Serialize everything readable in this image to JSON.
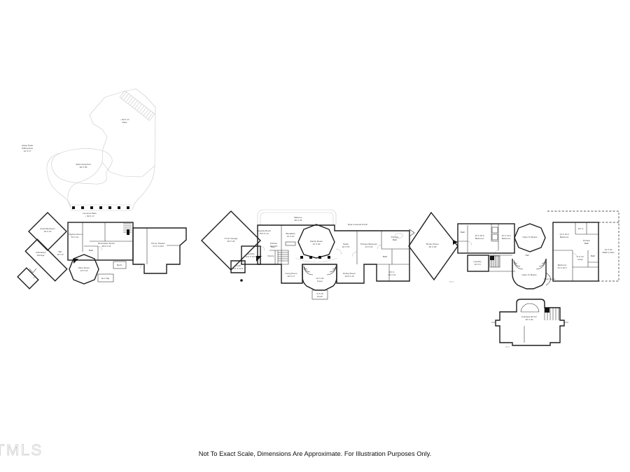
{
  "watermark": "TMLS",
  "disclaimer": "Not To Exact Scale, Dimensions Are Approximate. For Illustration Purposes Only.",
  "site": {
    "upper_patio": [
      "Upper Patio",
      "Sitting Area",
      "12 X 17"
    ],
    "deck": [
      "~ 60 X 17",
      "Patio"
    ],
    "pool": [
      "Swimming Pool",
      "46 X 36"
    ]
  },
  "flr1": {
    "page": "Flr 1",
    "covered_patio": [
      "Covered Patio",
      "~ 60 X 17"
    ],
    "guest_bedroom": [
      "Guest Bedroom",
      "18 X 16"
    ],
    "exercise": [
      "Exercise Room",
      "16 X 14"
    ],
    "recreation": [
      "Recreation Room",
      "28.6 X 21"
    ],
    "theater": [
      "Home Theater",
      "17.6 X 16.6"
    ],
    "unfinished": [
      "Unfinished",
      "Storage"
    ],
    "bar": [
      "Bar",
      "10 X 8"
    ],
    "wine": [
      "Wine Room",
      "13 X 10"
    ],
    "bath": "Bath",
    "mech": "Mech.",
    "ext_storage": "Ext. Stg."
  },
  "flr2": {
    "balcony": [
      "Balcony",
      "56 X 26"
    ],
    "garage": [
      "3 Car Garage",
      "36 X 26"
    ],
    "keeping": [
      "Keeping Room",
      "15.6 X 14"
    ],
    "kitchen": [
      "Kitchen",
      "16 X 15"
    ],
    "breakfast": [
      "Breakfast",
      "14 X 10"
    ],
    "family": [
      "Family Room",
      "21 X 20"
    ],
    "study": [
      "Study",
      "16 X 15"
    ],
    "primary": [
      "Primary Bedroom",
      "21 X 16"
    ],
    "primary_bath": [
      "Primary",
      "Bath"
    ],
    "wic": [
      "W.I.C.",
      "10 X 10"
    ],
    "bath": "Bath",
    "living": [
      "Living Room",
      "20 X 17"
    ],
    "dining": [
      "Dining Room",
      "16.6 X 15"
    ],
    "foyer": [
      "22 X 20",
      "Foyer"
    ],
    "porch": [
      "9 X 18",
      "Porch"
    ],
    "laundry": [
      "Laundry",
      "10.6 X 10.6"
    ],
    "side_porch": [
      "Porch",
      "6.6 X 12.6"
    ],
    "pantry": "Pantry",
    "mud": "Mud",
    "rear_porch": "Rear Covered Porch"
  },
  "flr3": {
    "page": "Flr 3",
    "bonus": [
      "Bonus Room",
      "30 X 26"
    ],
    "bedroom1": [
      "16 X 15.6",
      "Bedroom"
    ],
    "bedroom2": [
      "15 X 12.6",
      "Bedroom"
    ],
    "bath1": "Bath",
    "laundry": [
      "Laundry",
      "10 X 9"
    ],
    "open_octagon": "Open To Below",
    "hall": "Hall",
    "open_foyer": "Open To Below",
    "open_bay": "Open Below",
    "bedroom3": [
      "14 X 10.2",
      "Bedroom"
    ],
    "wic": "W.I.C.",
    "private_bath": [
      "Private",
      "Bath"
    ],
    "desk": [
      "9 X 10",
      "Desk"
    ],
    "bath2": "Bath",
    "bedroom4": [
      "Bedroom",
      "14 X 10.2"
    ],
    "attic": [
      "13 X 30",
      "Walk-In Attic"
    ]
  },
  "flr4": {
    "page": "Flr 4",
    "main": [
      "Finished 3rd Flr",
      "25 X 20"
    ]
  }
}
